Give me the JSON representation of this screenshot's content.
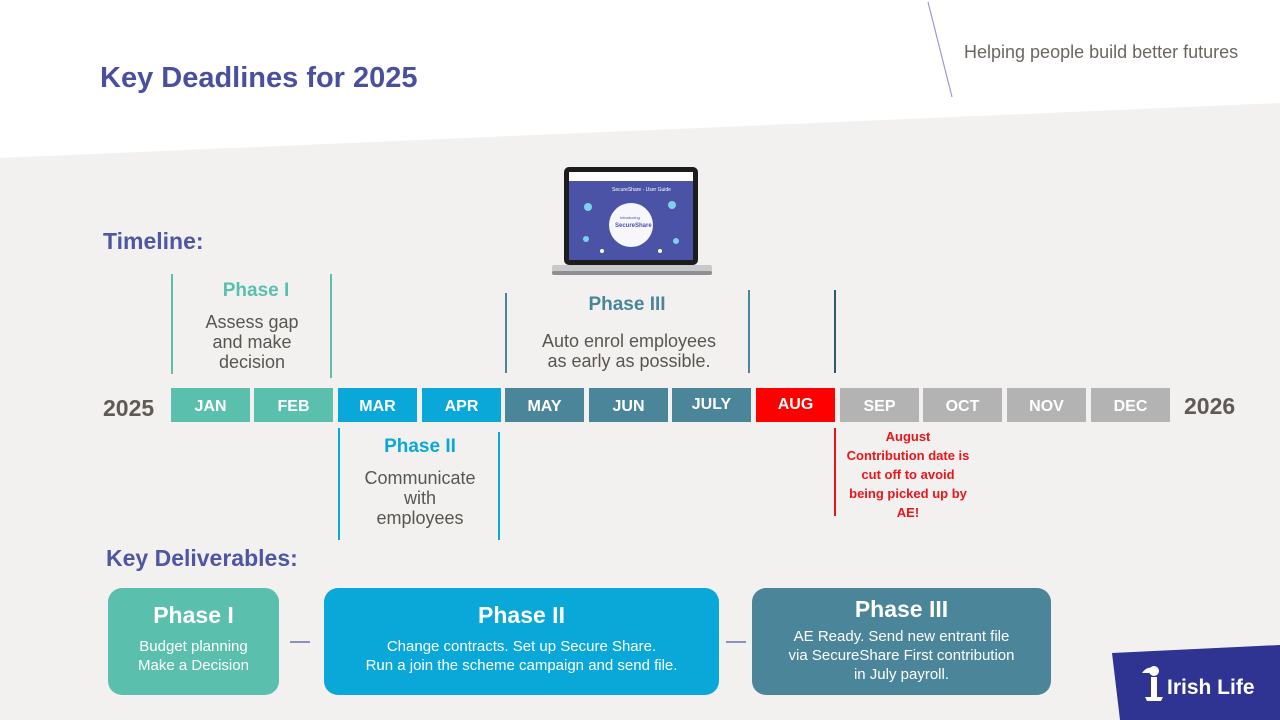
{
  "slide": {
    "title": "Key Deadlines for 2025",
    "tagline": "Helping people build better futures"
  },
  "timeline": {
    "heading": "Timeline:",
    "start_year": "2025",
    "end_year": "2026",
    "months": [
      {
        "label": "JAN",
        "color": "#5bbfad"
      },
      {
        "label": "FEB",
        "color": "#5bbfad"
      },
      {
        "label": "MAR",
        "color": "#0aa8d8"
      },
      {
        "label": "APR",
        "color": "#0aa8d8"
      },
      {
        "label": "MAY",
        "color": "#4a8599"
      },
      {
        "label": "JUN",
        "color": "#4a8599"
      },
      {
        "label": "JULY",
        "color": "#4a8599"
      },
      {
        "label": "AUG",
        "color": "#ff0000"
      },
      {
        "label": "SEP",
        "color": "#b3b3b3"
      },
      {
        "label": "OCT",
        "color": "#b3b3b3"
      },
      {
        "label": "NOV",
        "color": "#b3b3b3"
      },
      {
        "label": "DEC",
        "color": "#b3b3b3"
      }
    ],
    "phase1": {
      "title": "Phase I",
      "desc_lines": [
        "Assess gap",
        "and make",
        "decision"
      ],
      "color": "#5bbfad"
    },
    "phase2": {
      "title": "Phase II",
      "desc_lines": [
        "Communicate",
        "with",
        "employees"
      ],
      "color": "#0aa8d8"
    },
    "phase3": {
      "title": "Phase III",
      "desc_lines": [
        "Auto enrol employees",
        "as early as possible."
      ],
      "color": "#4a8599"
    },
    "note_lines": [
      "August",
      "Contribution date is",
      "cut off to avoid",
      "being picked up by",
      "AE!"
    ]
  },
  "deliverables": {
    "heading": "Key Deliverables:",
    "boxes": [
      {
        "title": "Phase I",
        "lines": [
          "Budget planning",
          "Make a Decision"
        ],
        "color": "#5bbfad"
      },
      {
        "title": "Phase II",
        "lines": [
          "Change contracts. Set up Secure Share.",
          "Run a join the scheme campaign and send file."
        ],
        "color": "#0aa8d8"
      },
      {
        "title": "Phase III",
        "lines": [
          "AE Ready. Send new entrant file",
          "via SecureShare First contribution",
          "in July payroll."
        ],
        "color": "#4a8599"
      }
    ]
  },
  "laptop_screen": {
    "header": "SecureShare - User Guide",
    "line1": "Introducing",
    "line2": "SecureShare"
  },
  "logo": {
    "text": "Irish Life",
    "color": "#2f3492"
  }
}
